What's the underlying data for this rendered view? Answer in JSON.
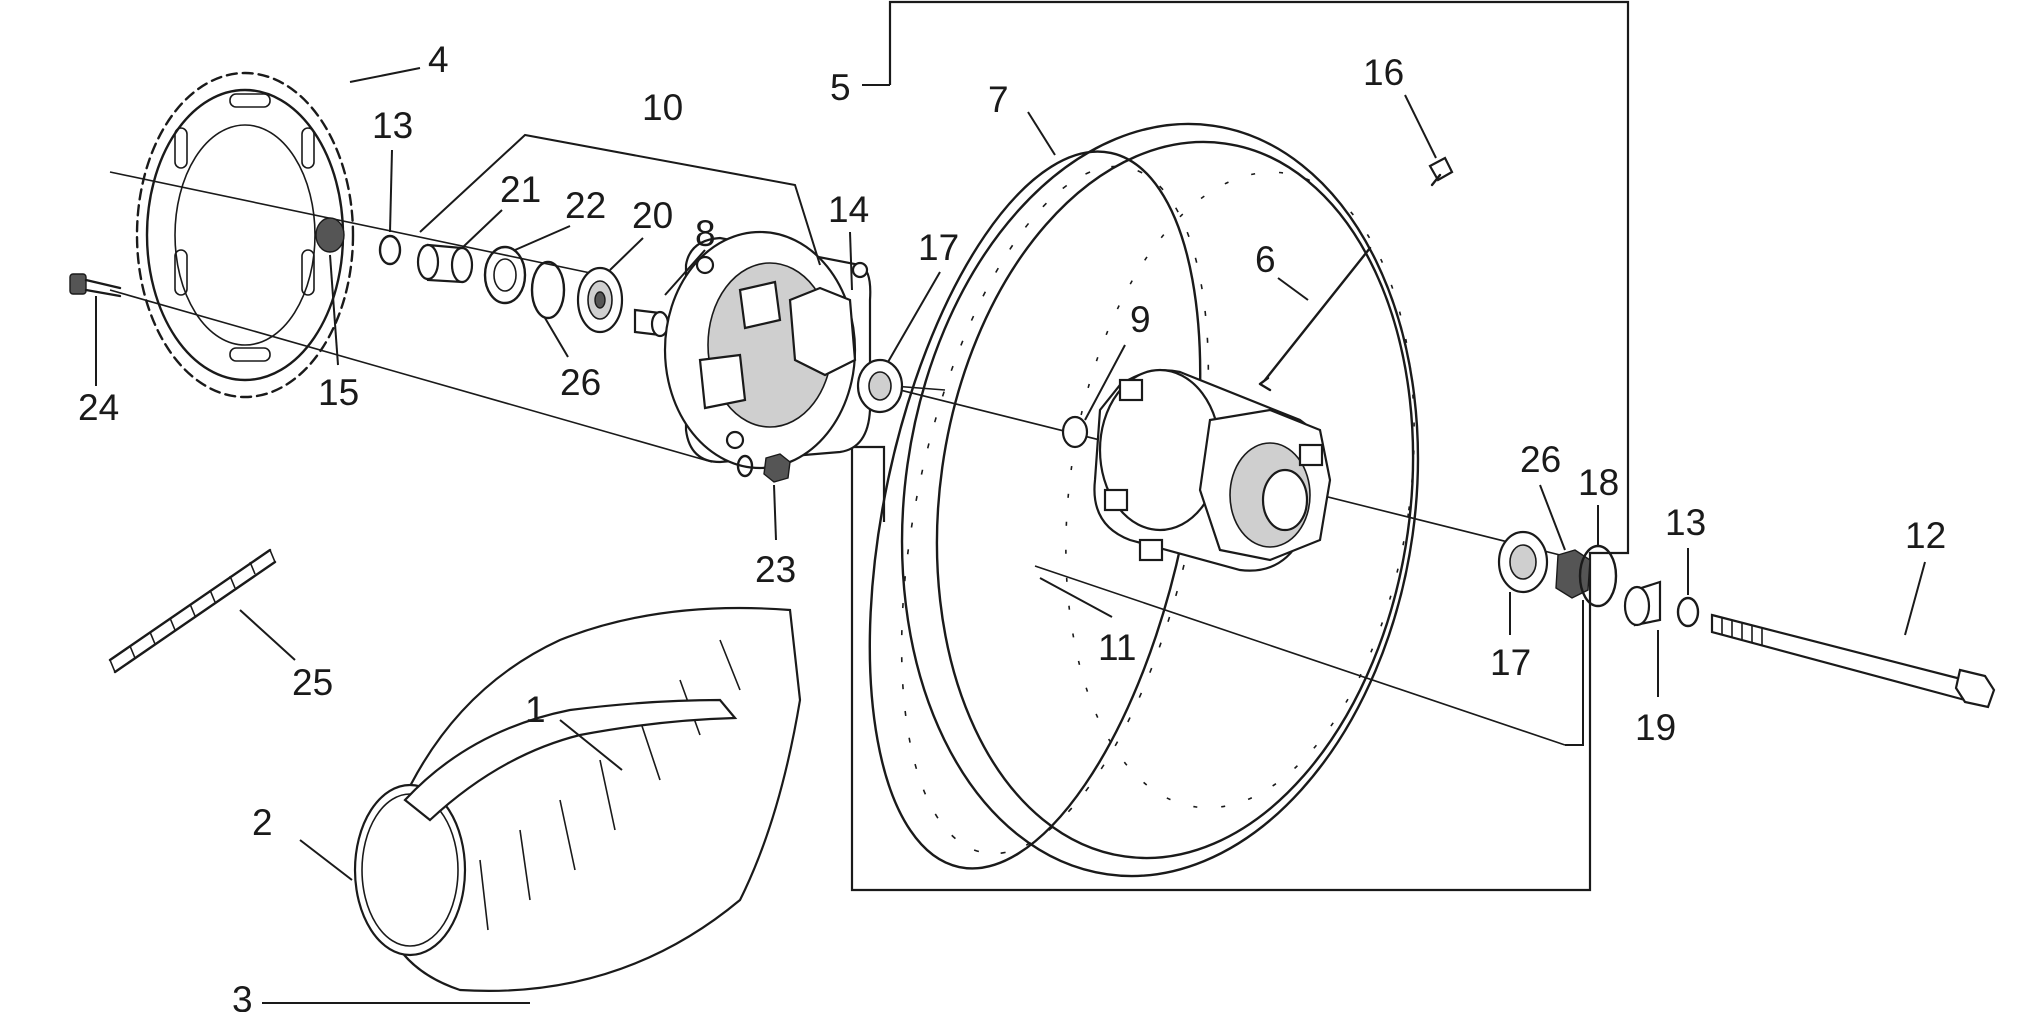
{
  "callouts": {
    "c1": "1",
    "c2": "2",
    "c3": "3",
    "c4": "4",
    "c5": "5",
    "c6": "6",
    "c7": "7",
    "c8": "8",
    "c9": "9",
    "c10": "10",
    "c11": "11",
    "c12": "12",
    "c13a": "13",
    "c13b": "13",
    "c14": "14",
    "c15": "15",
    "c16": "16",
    "c17a": "17",
    "c17b": "17",
    "c18": "18",
    "c19": "19",
    "c20": "20",
    "c21": "21",
    "c22": "22",
    "c23": "23",
    "c24": "24",
    "c25": "25",
    "c26a": "26",
    "c26b": "26"
  },
  "colors": {
    "line": "#1a1a1a",
    "background": "#ffffff"
  }
}
